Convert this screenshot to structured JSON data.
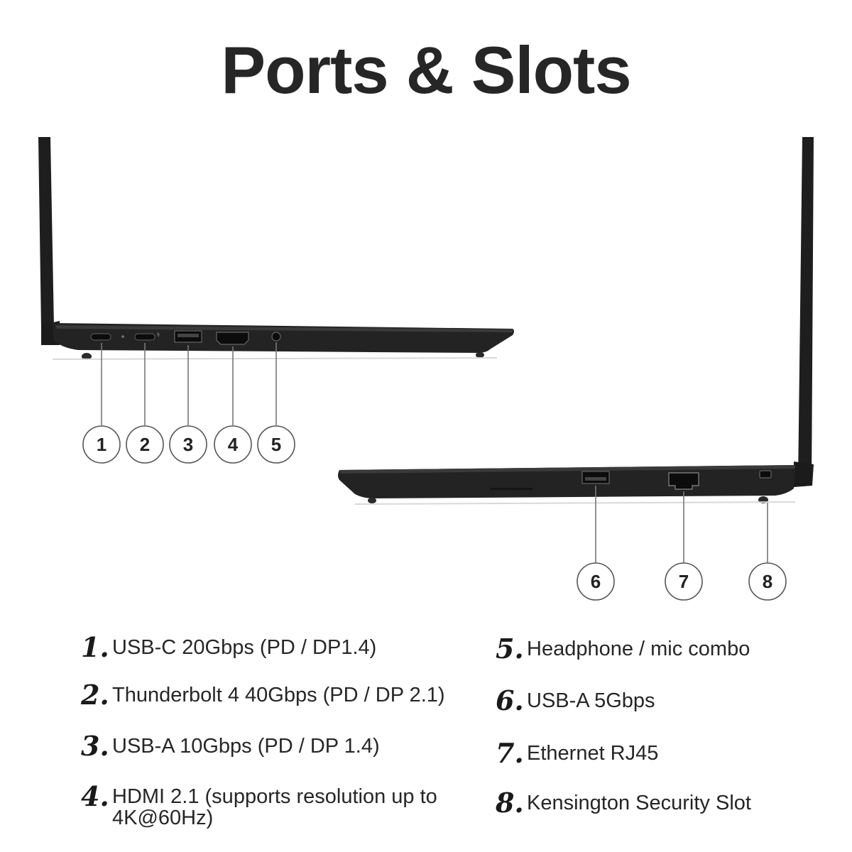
{
  "title": "Ports & Slots",
  "callouts": {
    "left": [
      "1",
      "2",
      "3",
      "4",
      "5"
    ],
    "right": [
      "6",
      "7",
      "8"
    ]
  },
  "specs": [
    {
      "num": "1.",
      "text": "USB-C 20Gbps (PD / DP1.4)"
    },
    {
      "num": "2.",
      "text": "Thunderbolt 4 40Gbps (PD / DP 2.1)"
    },
    {
      "num": "3.",
      "text": "USB-A 10Gbps (PD / DP 1.4)"
    },
    {
      "num": "4.",
      "text": "HDMI 2.1 (supports resolution up to 4K@60Hz)"
    },
    {
      "num": "5.",
      "text": "Headphone / mic combo"
    },
    {
      "num": "6.",
      "text": "USB-A 5Gbps"
    },
    {
      "num": "7.",
      "text": "Ethernet RJ45"
    },
    {
      "num": "8.",
      "text": "Kensington Security Slot"
    }
  ],
  "colors": {
    "laptop_body": "#1e1e1e",
    "leader_line": "#777777",
    "text": "#262626"
  }
}
